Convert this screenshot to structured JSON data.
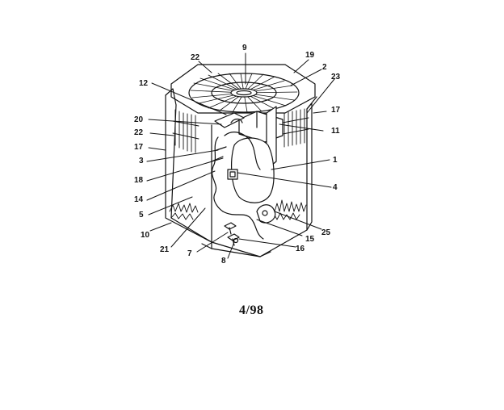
{
  "header_fragment": "",
  "date_code": "4/98",
  "diagram": {
    "subject": "outdoor condensing unit exploded view",
    "callouts": [
      "9",
      "22",
      "19",
      "2",
      "12",
      "23",
      "20",
      "17",
      "22",
      "11",
      "17",
      "1",
      "3",
      "18",
      "4",
      "14",
      "5",
      "25",
      "10",
      "15",
      "21",
      "7",
      "16",
      "8"
    ]
  }
}
